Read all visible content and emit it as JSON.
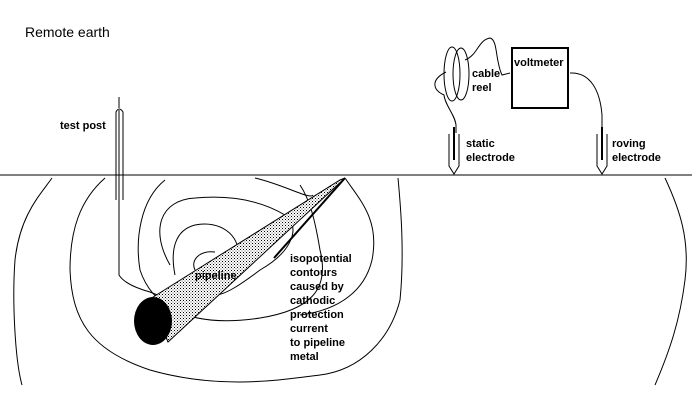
{
  "title": "Remote earth",
  "labels": {
    "test_post": "test post",
    "pipeline": "pipeline",
    "cable_reel": [
      "cable",
      "reel"
    ],
    "voltmeter": "voltmeter",
    "static_electrode": [
      "static",
      "electrode"
    ],
    "roving_electrode": [
      "roving",
      "electrode"
    ],
    "contours_note": [
      "isopotential",
      "contours",
      "caused by",
      "cathodic",
      "protection",
      "current",
      "to pipeline",
      "metal"
    ]
  }
}
